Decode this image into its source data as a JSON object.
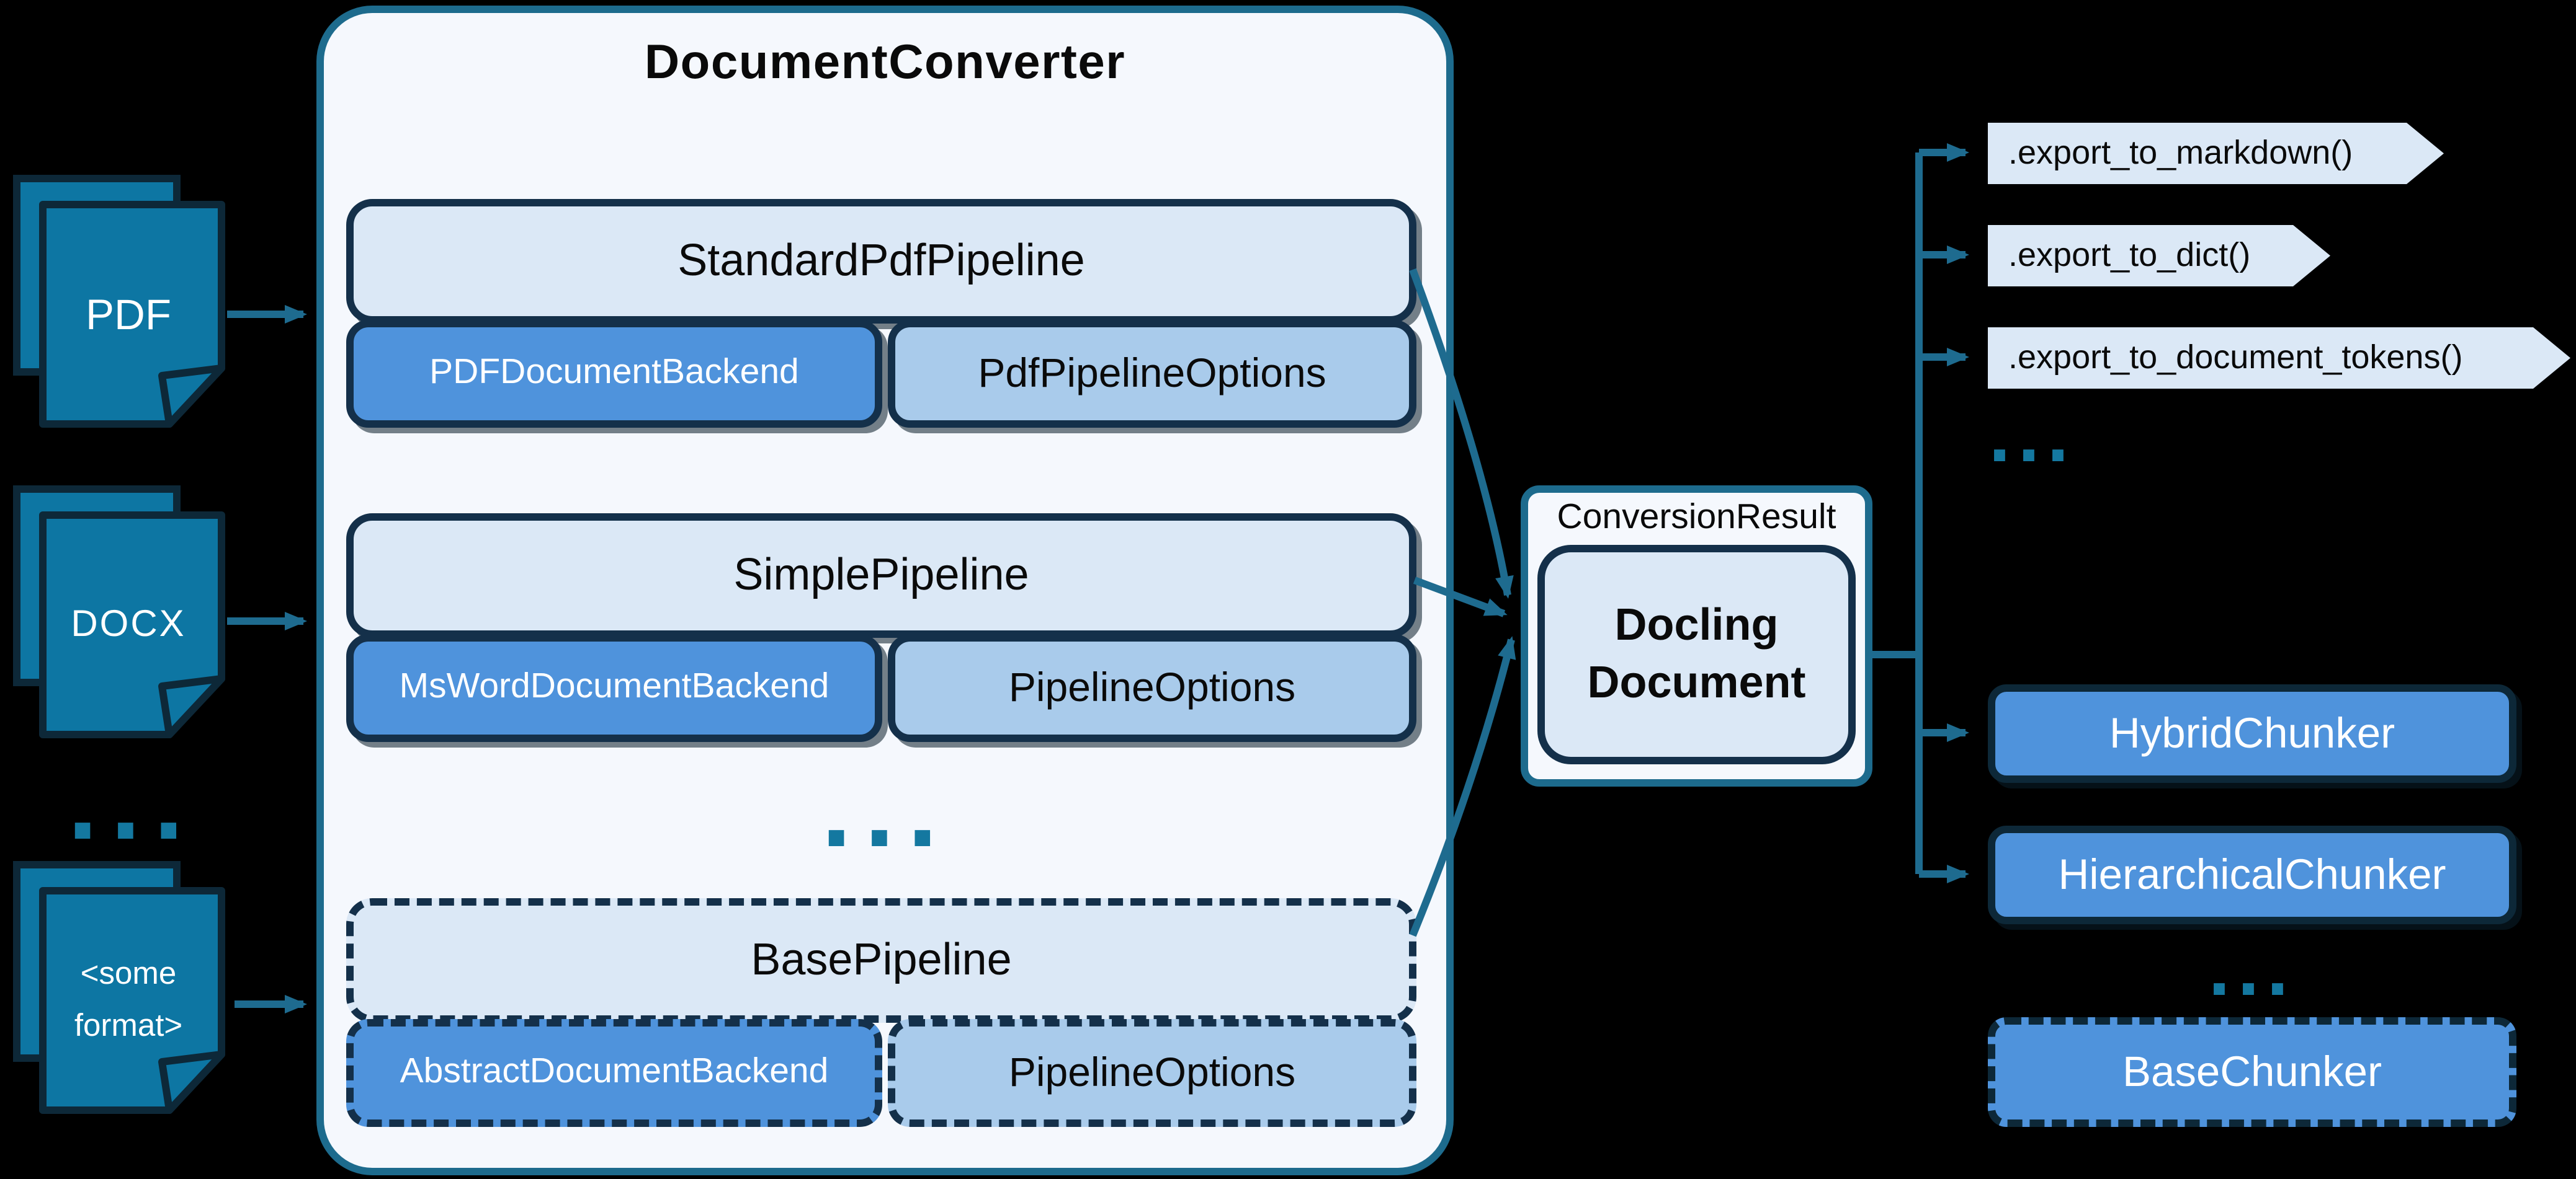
{
  "diagram": {
    "background": "#000000",
    "colors": {
      "document_fill": "#0d76a3",
      "dark_border": "#0d2838",
      "box_border": "#14304a",
      "teal_accent": "#1d6b8d",
      "arrow": "#1e6b8f",
      "container_fill": "#f5f8fd",
      "light_blue": "#dbe8f6",
      "mid_blue": "#a9cbeb",
      "strong_blue": "#4f93dc",
      "dots": "#1478a0"
    }
  },
  "sources": [
    {
      "label": "PDF",
      "lines": [
        "PDF",
        ""
      ]
    },
    {
      "label": "DOCX",
      "lines": [
        "DOCX",
        ""
      ]
    },
    {
      "label": "<some format>",
      "lines": [
        "<some",
        "format>"
      ]
    }
  ],
  "converter": {
    "title": "DocumentConverter",
    "pipelines": [
      {
        "name": "StandardPdfPipeline",
        "backend": "PDFDocumentBackend",
        "options": "PdfPipelineOptions"
      },
      {
        "name": "SimplePipeline",
        "backend": "MsWordDocumentBackend",
        "options": "PipelineOptions"
      },
      {
        "name": "BasePipeline",
        "backend": "AbstractDocumentBackend",
        "options": "PipelineOptions"
      }
    ]
  },
  "result": {
    "label": "ConversionResult",
    "document": "Docling Document"
  },
  "exports": [
    ".export_to_markdown()",
    ".export_to_dict()",
    ".export_to_document_tokens()"
  ],
  "chunkers": [
    {
      "label": "HybridChunker"
    },
    {
      "label": "HierarchicalChunker"
    },
    {
      "label": "BaseChunker"
    }
  ],
  "ellipses": {
    "sources": "...",
    "pipelines": "...",
    "exports": "...",
    "chunkers": "..."
  }
}
